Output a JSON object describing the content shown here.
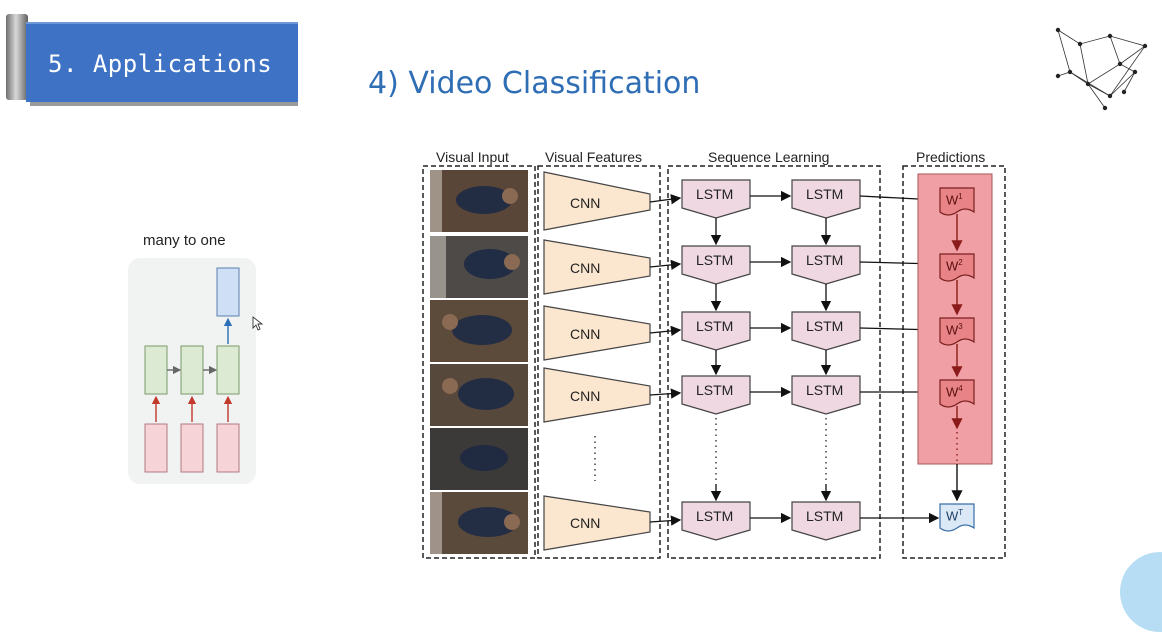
{
  "section_badge": {
    "label": "5. Applications"
  },
  "slide_title": "4) Video Classification",
  "many_to_one": {
    "label": "many to one"
  },
  "figure": {
    "columns": [
      "Visual Input",
      "Visual Features",
      "Sequence Learning",
      "Predictions"
    ],
    "cnn_label": "CNN",
    "lstm_label": "LSTM",
    "predictions": [
      "W1",
      "W2",
      "W3",
      "W4",
      "WT"
    ],
    "prediction_superscripts": [
      "1",
      "2",
      "3",
      "4",
      "T"
    ]
  },
  "colors": {
    "badge_blue": "#3e72c4",
    "title_blue": "#2f6eb5",
    "cnn_fill": "#fbe6cf",
    "lstm_fill": "#efd8e1",
    "prediction_panel": "#f0a0a4",
    "arrow_dark_red": "#8b1a1a",
    "mto_input": "#f6d3d6",
    "mto_hidden": "#dcead4",
    "mto_output": "#cfe0f6"
  }
}
